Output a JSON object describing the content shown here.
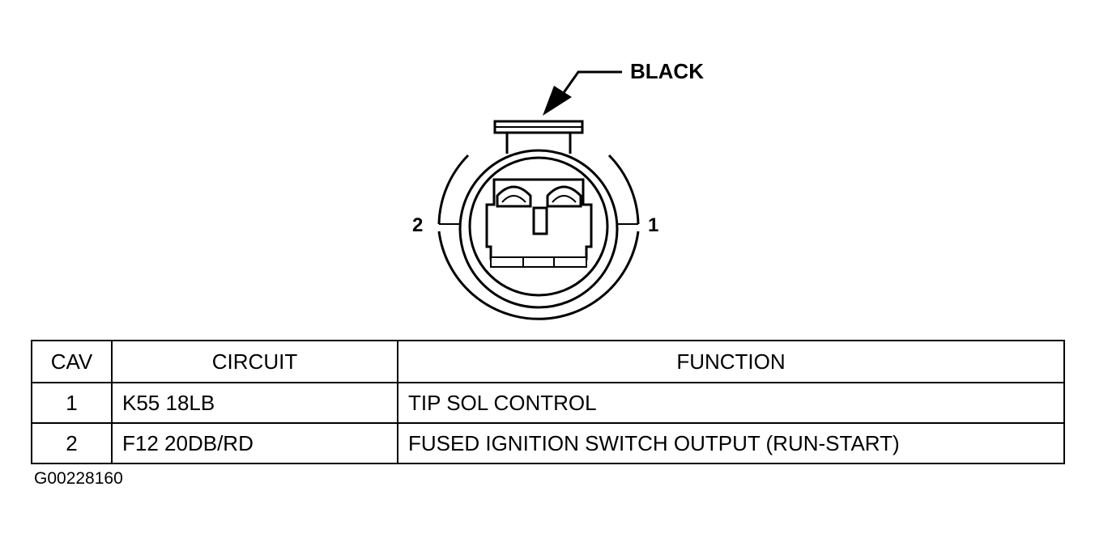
{
  "diagram": {
    "color_label": "BLACK",
    "cavity_left_label": "2",
    "cavity_right_label": "1"
  },
  "table": {
    "headers": [
      "CAV",
      "CIRCUIT",
      "FUNCTION"
    ],
    "rows": [
      {
        "cav": "1",
        "circuit": "K55 18LB",
        "function": "TIP SOL CONTROL"
      },
      {
        "cav": "2",
        "circuit": "F12 20DB/RD",
        "function": "FUSED IGNITION SWITCH OUTPUT (RUN-START)"
      }
    ]
  },
  "figure_id": "G00228160"
}
